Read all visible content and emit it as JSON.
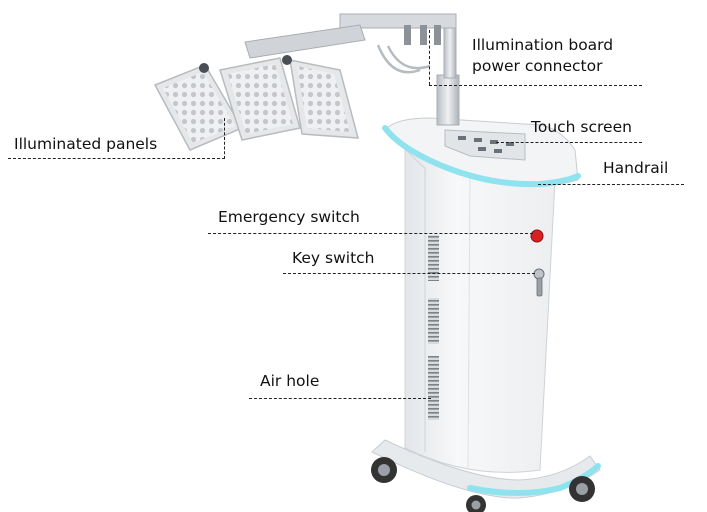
{
  "labels": {
    "illumination_board": "Illumination board",
    "power_connector": "power connector",
    "touch_screen": "Touch screen",
    "handrail": "Handrail",
    "illuminated_panels": "Illuminated panels",
    "emergency_switch": "Emergency switch",
    "key_switch": "Key switch",
    "air_hole": "Air hole"
  },
  "colors": {
    "body": "#f4f5f6",
    "body_shadow": "#dfe2e5",
    "accent_glow": "#8fe3ef",
    "panel_frame": "#e6e7e9",
    "led": "#c9cccf",
    "metal": "#c7cbd0",
    "emergency_button": "#d92020",
    "wheel": "#333333"
  }
}
